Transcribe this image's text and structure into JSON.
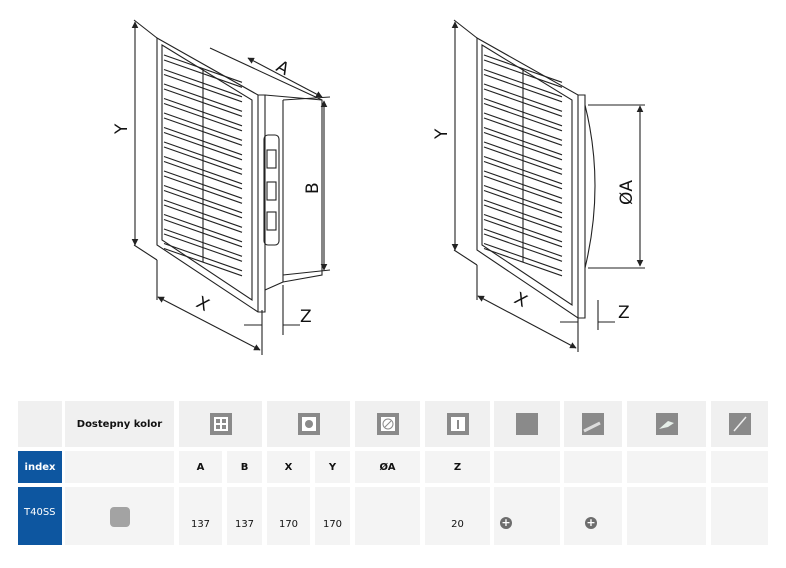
{
  "drawing": {
    "left_labels": {
      "A": "A",
      "B": "B",
      "X": "X",
      "Y": "Y",
      "Z": "Z"
    },
    "right_labels": {
      "OA": "ØA",
      "X": "X",
      "Y": "Y",
      "Z": "Z"
    }
  },
  "table": {
    "color_header": "Dostepny kolor",
    "header_icons": [
      "grid-frame-icon",
      "center-mount-icon",
      "round-duct-icon",
      "depth-icon",
      "color-square-icon",
      "mesh-icon",
      "mounting-clip-icon",
      "rod-icon"
    ],
    "index_label": "index",
    "dims": [
      "A",
      "B",
      "X",
      "Y",
      "ØA",
      "Z"
    ],
    "row": {
      "index": "T40SS",
      "swatch_color": "#a3a3a3",
      "A": "137",
      "B": "137",
      "X": "170",
      "Y": "170",
      "OA": "",
      "Z": "20",
      "plus1": "+",
      "plus2": "+"
    },
    "accent": "#0d56a0"
  }
}
